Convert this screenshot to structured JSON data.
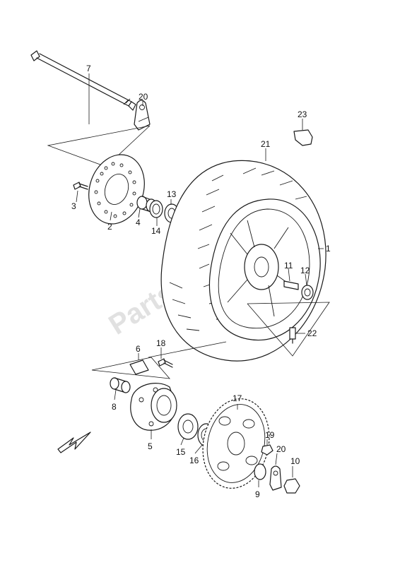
{
  "watermark": "PartsRepublik",
  "callouts": {
    "n1": "1",
    "n2": "2",
    "n3": "3",
    "n4": "4",
    "n5": "5",
    "n6": "6",
    "n7": "7",
    "n8": "8",
    "n9": "9",
    "n10": "10",
    "n11": "11",
    "n12": "12",
    "n13": "13",
    "n14": "14",
    "n15": "15",
    "n16": "16",
    "n17": "17",
    "n18": "18",
    "n19": "19",
    "n20a": "20",
    "n20b": "20",
    "n21": "21",
    "n22": "22",
    "n23": "23"
  }
}
